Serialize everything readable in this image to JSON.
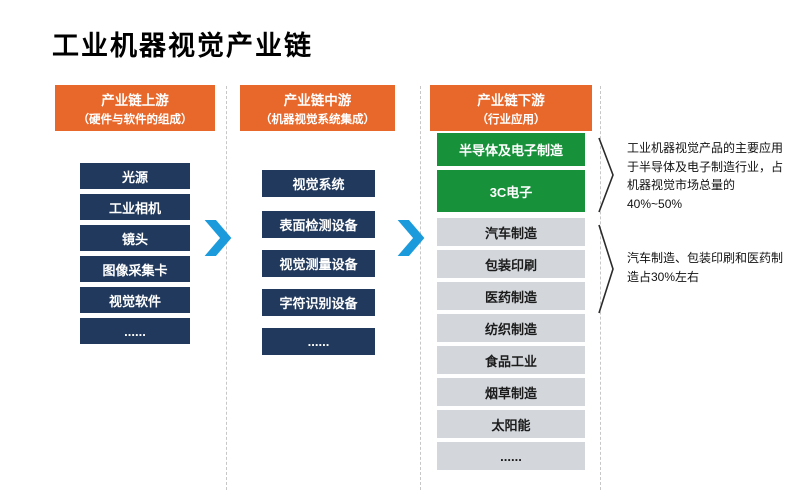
{
  "title": "工业机器视觉产业链",
  "columns": [
    {
      "header": {
        "line1": "产业链上游",
        "line2": "（硬件与软件的组成）"
      },
      "items": [
        {
          "label": "光源"
        },
        {
          "label": "工业相机"
        },
        {
          "label": "镜头"
        },
        {
          "label": "图像采集卡"
        },
        {
          "label": "视觉软件"
        },
        {
          "label": "......"
        }
      ]
    },
    {
      "header": {
        "line1": "产业链中游",
        "line2": "（机器视觉系统集成）"
      },
      "items": [
        {
          "label": "视觉系统"
        },
        {
          "label": "表面检测设备"
        },
        {
          "label": "视觉测量设备"
        },
        {
          "label": "字符识别设备"
        },
        {
          "label": "......"
        }
      ]
    },
    {
      "header": {
        "line1": "产业链下游",
        "line2": "（行业应用）"
      },
      "items": [
        {
          "label": "半导体及电子制造",
          "highlight": "green"
        },
        {
          "label": "3C电子",
          "highlight": "green"
        },
        {
          "label": "汽车制造",
          "highlight": "gray"
        },
        {
          "label": "包装印刷",
          "highlight": "gray"
        },
        {
          "label": "医药制造",
          "highlight": "gray"
        },
        {
          "label": "纺织制造",
          "highlight": "gray"
        },
        {
          "label": "食品工业",
          "highlight": "gray"
        },
        {
          "label": "烟草制造",
          "highlight": "gray"
        },
        {
          "label": "太阳能",
          "highlight": "gray"
        },
        {
          "label": "......",
          "highlight": "gray"
        }
      ]
    }
  ],
  "annotations": [
    {
      "text": "工业机器视觉产品的主要应用于半导体及电子制造行业，占机器视觉市场总量的40%~50%"
    },
    {
      "text": "汽车制造、包装印刷和医药制造占30%左右"
    }
  ],
  "colors": {
    "header_orange": "#E8682C",
    "box_navy": "#21395C",
    "box_green": "#17923B",
    "box_gray": "#D3D7DC",
    "arrow_blue": "#1C9BDC"
  }
}
